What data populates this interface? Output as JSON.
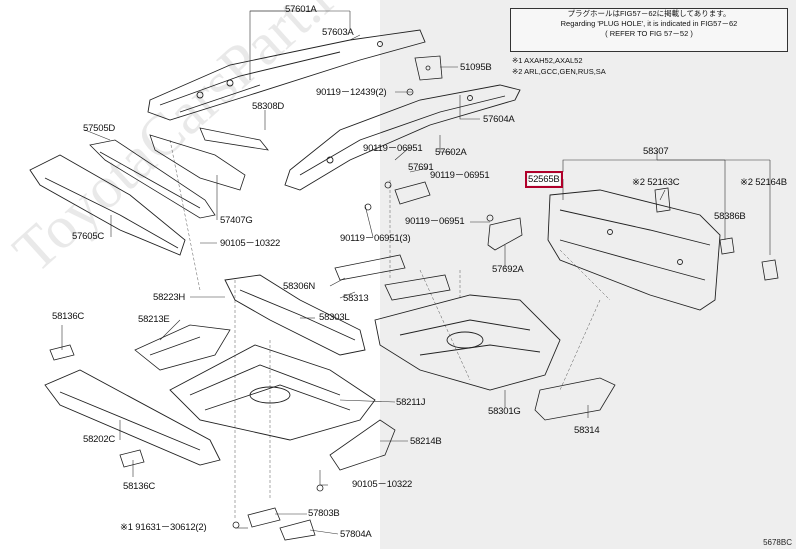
{
  "note": {
    "jp": "プラグホールはFIG57－62に掲載してあります。",
    "en1": "Regarding 'PLUG HOLE', it is indicated in FIG57－62",
    "en2": "( REFER TO FIG 57－52 )"
  },
  "footnotes": [
    "※1  AXAH52,AXAL52",
    "※2  ARL,GCC,GEN,RUS,SA"
  ],
  "watermark": "ToyotaCarsPart.ru",
  "figure_number": "5678BC",
  "colors": {
    "highlight": "#b0002a",
    "right_panel": "#eeeeee",
    "line": "#222222"
  },
  "labels": {
    "l57601A": "57601A",
    "l57603A": "57603A",
    "l51095B": "51095B",
    "l90119_12439": "90119－12439(2)",
    "l58308D": "58308D",
    "l57604A": "57604A",
    "l57505D": "57505D",
    "l90119_06951a": "90119－06951",
    "l57602A": "57602A",
    "l57691": "57691",
    "l90119_06951b": "90119－06951",
    "l57407G": "57407G",
    "l57605C": "57605C",
    "l90105_10322a": "90105－10322",
    "l90119_06951c": "90119－06951(3)",
    "l90119_06951d": "90119－06951",
    "l57692A": "57692A",
    "l52565B": "52565B",
    "l58307": "58307",
    "l52163C": "※2 52163C",
    "l52164B": "※2 52164B",
    "l58386B": "58386B",
    "l58306N": "58306N",
    "l58313": "58313",
    "l58223H": "58223H",
    "l58136Ca": "58136C",
    "l58213E": "58213E",
    "l58303L": "58303L",
    "l58211J": "58211J",
    "l58301G": "58301G",
    "l58202C": "58202C",
    "l58214B": "58214B",
    "l58314": "58314",
    "l58136Cb": "58136C",
    "l90105_10322b": "90105－10322",
    "l91631": "※1 91631－30612(2)",
    "l57803B": "57803B",
    "l57804A": "57804A"
  }
}
